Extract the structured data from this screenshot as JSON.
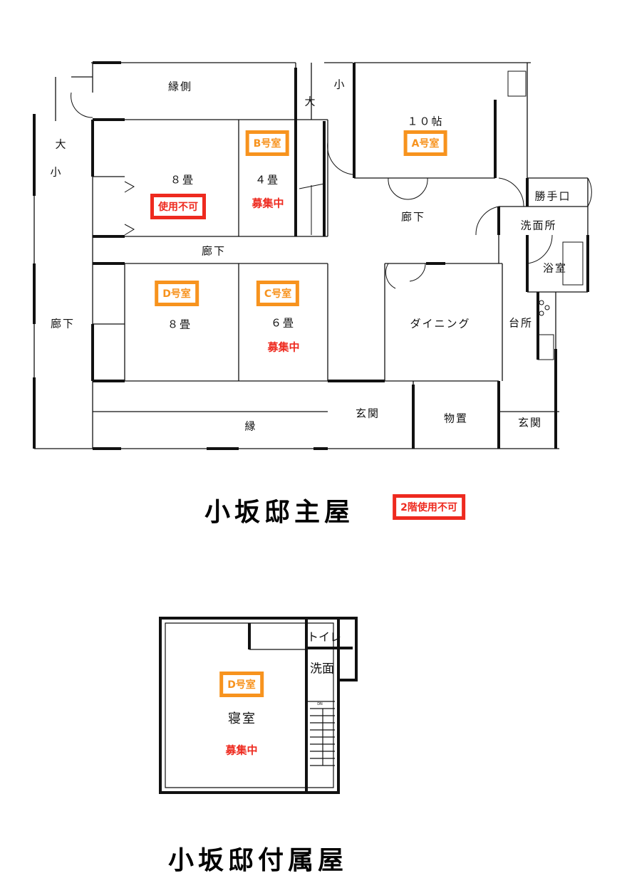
{
  "main_house": {
    "title": "小坂邸主屋",
    "notice": "2階使用不可",
    "rooms": {
      "engawa_top": "縁側",
      "toilet_large_1": "大",
      "toilet_small_1": "小",
      "toilet_large_2": "大",
      "toilet_small_2": "小",
      "room_a_size": "１０帖",
      "room_a": "A号室",
      "room_b": "B号室",
      "room_b_size": "４畳",
      "room_b_status": "募集中",
      "room_8_top_size": "８畳",
      "room_8_top_status": "使用不可",
      "katteguchi": "勝手口",
      "corridor_right": "廊下",
      "senmenjo": "洗面所",
      "corridor_mid": "廊下",
      "bath": "浴室",
      "room_d": "D号室",
      "room_d_size": "８畳",
      "room_c": "C号室",
      "room_c_size": "６畳",
      "room_c_status": "募集中",
      "corridor_left": "廊下",
      "dining": "ダイニング",
      "kitchen": "台所",
      "entrance_1": "玄関",
      "storage": "物置",
      "entrance_2": "玄関",
      "en": "縁"
    }
  },
  "annex": {
    "title": "小坂邸付属屋",
    "rooms": {
      "room_d": "D号室",
      "bedroom": "寝室",
      "status": "募集中",
      "toilet": "トイレ",
      "washroom": "洗面",
      "stairs": "DN"
    }
  }
}
